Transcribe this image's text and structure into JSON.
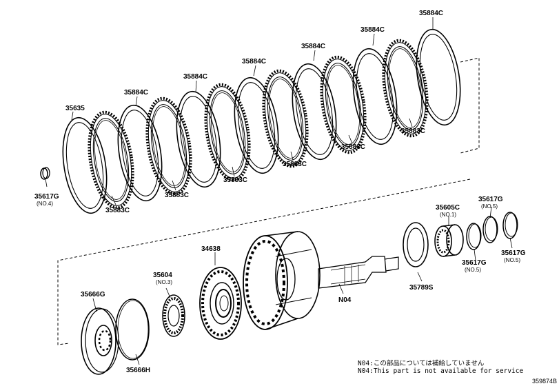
{
  "labels": {
    "p35884C": "35884C",
    "p35635": "35635",
    "p35883C": "35883C",
    "p35617G": "35617G",
    "no4": "(NO.4)",
    "no5": "(NO.5)",
    "p35605C": "35605C",
    "no1": "(NO.1)",
    "p34638": "34638",
    "p35604": "35604",
    "no3": "(NO.3)",
    "p35666G": "35666G",
    "p35666H": "35666H",
    "p35789S": "35789S",
    "n04": "N04"
  },
  "notes": {
    "line1": "N04:この部品については補給していません",
    "line2": "N04:This part is not available for service"
  },
  "figure_id": "359874B"
}
